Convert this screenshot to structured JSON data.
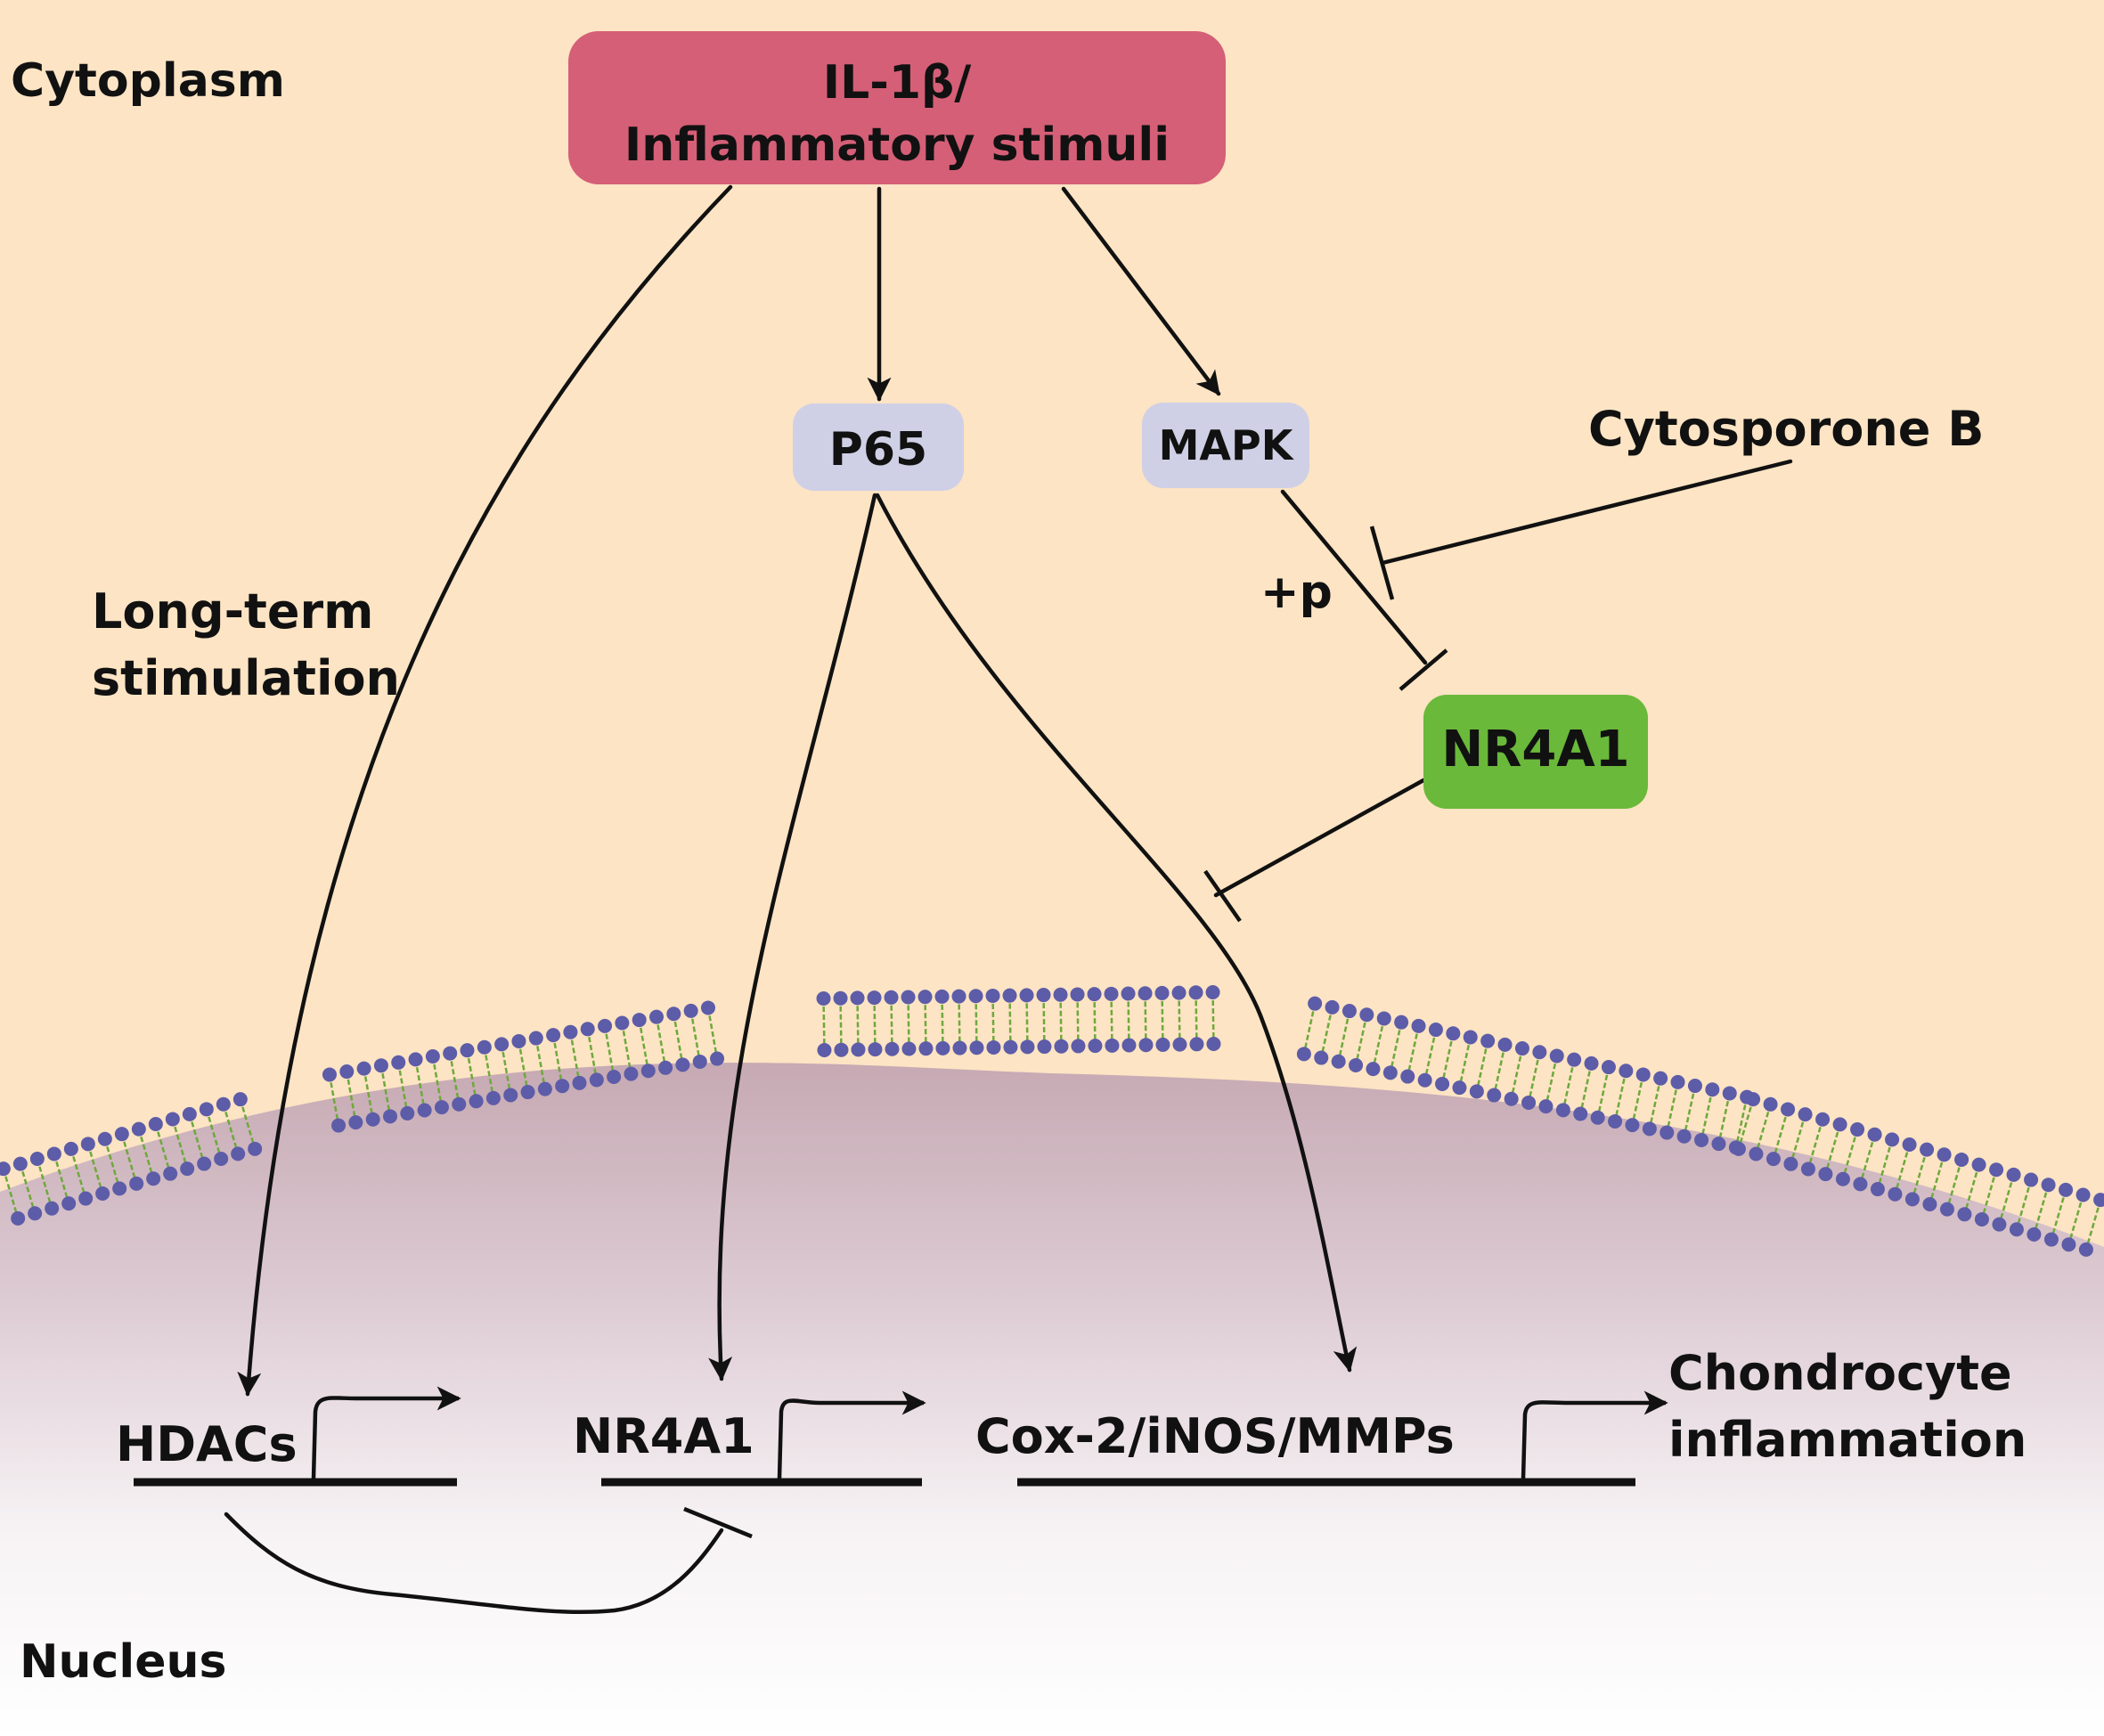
{
  "compartments": {
    "cytoplasm": "Cytoplasm",
    "nucleus": "Nucleus"
  },
  "nodes": {
    "stimulus": {
      "line1": "IL-1β/",
      "line2": "Inflammatory stimuli"
    },
    "p65": "P65",
    "mapk": "MAPK",
    "nr4a1_protein": "NR4A1",
    "cytosporone": "Cytosporone B"
  },
  "annotations": {
    "long_term_line1": "Long-term",
    "long_term_line2": "stimulation",
    "phospho": "+p"
  },
  "genes": {
    "hdacs": "HDACs",
    "nr4a1": "NR4A1",
    "cox": "Cox-2/iNOS/MMPs"
  },
  "outcome": {
    "line1": "Chondrocyte",
    "line2": "inflammation"
  },
  "colors": {
    "cytoplasm_bg": "#fce4c4",
    "nucleus_top": "#c6a9b3",
    "nucleus_bottom": "#ffffff",
    "stimulus_fill": "#d55f77",
    "kinase_fill": "#cfd0e6",
    "nr4a1_fill": "#6ab93a",
    "lipid_head": "#5d5ca8",
    "lipid_tail": "#6fa83c"
  }
}
